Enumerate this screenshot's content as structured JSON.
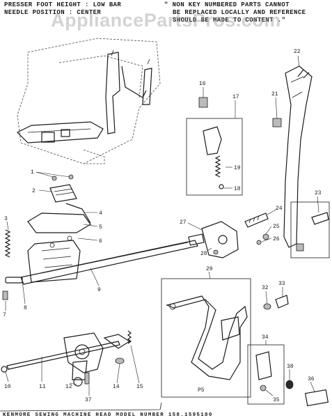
{
  "header": {
    "left_line1": "PRESSER FOOT HEIGHT : LOW BAR",
    "left_line2": "NEEDLE POSITION : CENTER",
    "right_line1": "\" NON KEY NUMBERED PARTS CANNOT",
    "right_line2": "BE REPLACED LOCALLY AND REFERENCE",
    "right_line3": "SHOULD BE MADE TO CONTENT .\""
  },
  "watermark": "AppliancePartsPros.com",
  "footer": "KENMORE SEWING MACHINE HEAD MODEL NUMBER 158.1595180",
  "figure_label": "P5",
  "callouts": {
    "c1": "1",
    "c2": "2",
    "c3": "3",
    "c4": "4",
    "c5": "5",
    "c6": "6",
    "c7": "7",
    "c8": "8",
    "c9": "9",
    "c10": "10",
    "c11": "11",
    "c12": "12",
    "c14": "14",
    "c15": "15",
    "c16": "16",
    "c17": "17",
    "c18": "18",
    "c19": "19",
    "c21": "21",
    "c22": "22",
    "c23": "23",
    "c24": "24",
    "c25": "25",
    "c26": "26",
    "c27": "27",
    "c28": "28",
    "c29": "29",
    "c32": "32",
    "c33": "33",
    "c34": "34",
    "c35": "35",
    "c36": "36",
    "c37": "37",
    "c38": "38"
  }
}
